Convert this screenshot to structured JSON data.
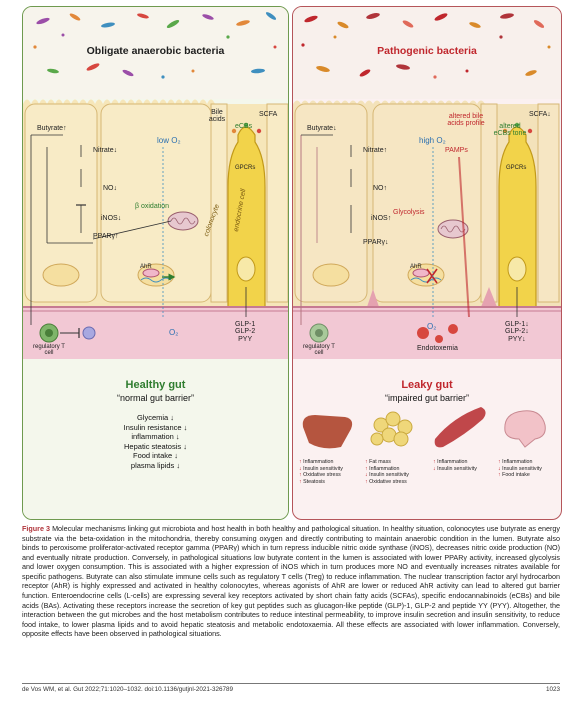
{
  "left_panel": {
    "title": "Obligate anaerobic bacteria",
    "labels": {
      "butyrate": "Butyrate↑",
      "nitrate": "Nitrate↓",
      "no": "NO↓",
      "inos": "iNOS↓",
      "ppar": "PPARγ↑",
      "beta_ox": "β oxidation",
      "ahr": "AhR",
      "low_o2": "low O₂",
      "o2": "O₂",
      "bile": "Bile acids",
      "ecbs": "eCBs",
      "scfa": "SCFA",
      "gpcrs": "GPCRs",
      "colonocyte": "colonocyte",
      "endocrine": "endocrine cell",
      "glp1": "GLP-1",
      "glp2": "GLP-2",
      "pyy": "PYY",
      "treg": "regulatory T cell"
    },
    "gut_name": "Healthy gut",
    "gut_sub": "“normal gut barrier”",
    "effects": [
      "Glycemia ↓",
      "Insulin resistance ↓",
      "inflammation ↓",
      "Hepatic steatosis ↓",
      "Food intake ↓",
      "plasma lipids ↓"
    ],
    "colors": {
      "border": "#6f9a4f",
      "title": "#2f7d2f"
    }
  },
  "right_panel": {
    "title": "Pathogenic bacteria",
    "labels": {
      "butyrate": "Butyrate↓",
      "nitrate": "Nitrate↑",
      "no": "NO↑",
      "inos": "iNOS↑",
      "ppar": "PPARγ↓",
      "glycolysis": "Glycolysis",
      "ahr": "AhR",
      "high_o2": "high O₂",
      "o2": "O₂",
      "pamps": "PAMPs",
      "bile": "altered bile acids profile",
      "ecbs": "altered eCBs tone",
      "scfa": "SCFA↓",
      "gpcrs": "GPCRs",
      "glp1": "GLP-1↓",
      "glp2": "GLP-2↓",
      "pyy": "PYY↓",
      "treg": "regulatory T cell",
      "endotoxemia": "Endotoxemia"
    },
    "gut_name": "Leaky gut",
    "gut_sub": "“impaired gut barrier”",
    "organs": [
      {
        "name": "liver",
        "effects": [
          {
            "t": "Inflammation",
            "d": false
          },
          {
            "t": "Insulin sensitivity",
            "d": true
          },
          {
            "t": "Oxidative stress",
            "d": false
          },
          {
            "t": "Steatosis",
            "d": false
          }
        ]
      },
      {
        "name": "adipose",
        "effects": [
          {
            "t": "Fat mass",
            "d": false
          },
          {
            "t": "Inflammation",
            "d": false
          },
          {
            "t": "Insulin sensitivity",
            "d": true
          },
          {
            "t": "Oxidative stress",
            "d": false
          }
        ]
      },
      {
        "name": "muscle",
        "effects": [
          {
            "t": "Inflammation",
            "d": false
          },
          {
            "t": "Insulin sensitivity",
            "d": true
          }
        ]
      },
      {
        "name": "brain",
        "effects": [
          {
            "t": "Inflammation",
            "d": false
          },
          {
            "t": "Insulin sensitivity",
            "d": true
          },
          {
            "t": "Food intake",
            "d": false
          }
        ]
      }
    ],
    "colors": {
      "border": "#b5555a",
      "title": "#c0272d"
    }
  },
  "caption": {
    "label": "Figure 3",
    "text": "Molecular mechanisms linking gut microbiota and host health in both healthy and pathological situation. In healthy situation, colonocytes use butyrate as energy substrate via the beta-oxidation in the mitochondria, thereby consuming oxygen and directly contributing to maintain anaerobic condition in the lumen. Butyrate also binds to peroxisome proliferator-activated receptor gamma (PPARγ) which in turn repress inducible nitric oxide synthase (iNOS), decreases nitric oxide production (NO) and eventually nitrate production. Conversely, in pathological situations low butyrate content in the lumen is associated with lower PPARγ activity, increased glycolysis and lower oxygen consumption. This is associated with a higher expression of iNOS which in turn produces more NO and eventually increases nitrates available for specific pathogens. Butyrate can also stimulate immune cells such as regulatory T cells (Treg) to reduce inflammation. The nuclear transcription factor aryl hydrocarbon receptor (AhR) is highly expressed and activated in healthy colonocytes, whereas agonists of AhR are lower or reduced AhR activity can lead to altered gut barrier function. Enteroendocrine cells (L-cells) are expressing several key receptors activated by short chain fatty acids (SCFAs), specific endocannabinoids (eCBs) and bile acids (BAs). Activating these receptors increase the secretion of key gut peptides such as glucagon-like peptide (GLP)-1, GLP-2 and peptide YY (PYY). Altogether, the interaction between the gut microbes and the host metabolism contributes to reduce intestinal permeability, to improve insulin secretion and insulin sensitivity, to reduce food intake, to lower plasma lipids and to avoid hepatic steatosis and metabolic endotoxaemia. All these effects are associated with lower inflammation. Conversely, opposite effects have been observed in pathological situations."
  },
  "footer": {
    "citation": "de Vos WM, et al. Gut 2022;71:1020–1032. doi:10.1136/gutjnl-2021-326789",
    "page": "1023"
  }
}
